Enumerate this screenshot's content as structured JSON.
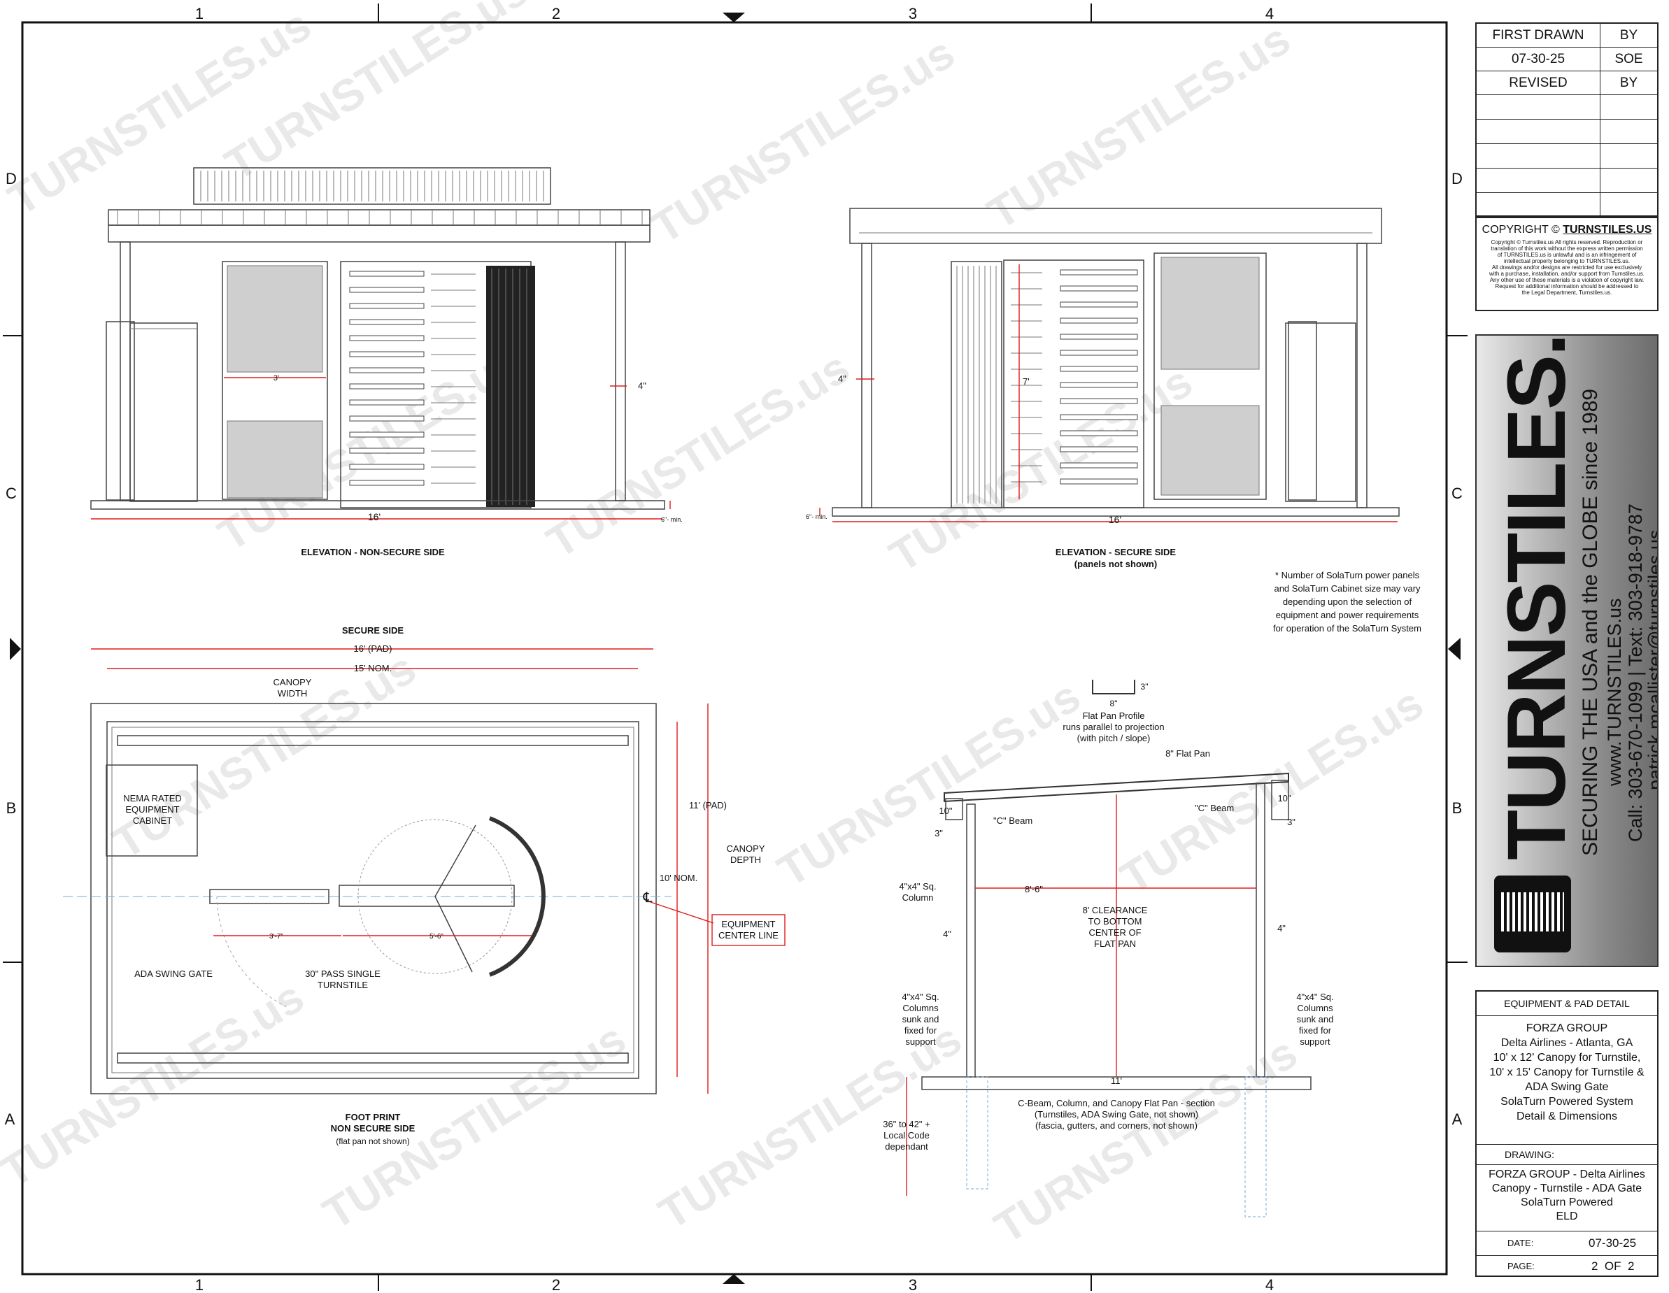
{
  "grid": {
    "columns": [
      "1",
      "2",
      "3",
      "4"
    ],
    "rows": [
      "D",
      "C",
      "B",
      "A"
    ]
  },
  "watermark": "TURNSTILES.us",
  "elevation_non_secure": {
    "title": "ELEVATION - NON-SECURE SIDE",
    "dim_width": "16'",
    "dim_gate": "3'",
    "dim_post": "4\"",
    "dim_pad": "6\"- min."
  },
  "elevation_secure": {
    "title": "ELEVATION - SECURE SIDE",
    "subtitle": "(panels not shown)",
    "dim_width": "16'",
    "dim_height": "7'",
    "dim_post": "4\"",
    "dim_pad": "6\"- min."
  },
  "note": [
    "* Number of SolaTurn power panels",
    "and SolaTurn Cabinet size may vary",
    "depending upon the selection of",
    "equipment and power requirements",
    "for operation of the SolaTurn System"
  ],
  "footprint": {
    "secure_side": "SECURE SIDE",
    "pad_width": "16' (PAD)",
    "nom_width": "15' NOM.",
    "canopy_width": [
      "CANOPY",
      "WIDTH"
    ],
    "pad_depth": "11' (PAD)",
    "canopy_depth": [
      "CANOPY",
      "DEPTH"
    ],
    "nom_depth": "10' NOM.",
    "centerline_symbol": "℄",
    "equipment_center_line": [
      "EQUIPMENT",
      "CENTER LINE"
    ],
    "cabinet": [
      "NEMA RATED",
      "EQUIPMENT",
      "CABINET"
    ],
    "dim_gate": "3'-7\"",
    "dim_turnstile": "5'-6\"",
    "ada_swing_gate": "ADA SWING GATE",
    "turnstile": [
      "30\" PASS SINGLE",
      "TURNSTILE"
    ],
    "title": "FOOT PRINT",
    "subtitle": "NON SECURE SIDE",
    "note": "(flat pan not shown)"
  },
  "section": {
    "pan_dim_top": "3\"",
    "pan_dim_width": "8\"",
    "pan_profile": [
      "Flat Pan Profile",
      "runs parallel to projection",
      "(with pitch / slope)"
    ],
    "flat_pan": "8\" Flat Pan",
    "c_beam": "\"C\" Beam",
    "dim_10": "10\"",
    "dim_3": "3\"",
    "column_label": [
      "4\"x4\" Sq.",
      "Column"
    ],
    "span": "8'-6\"",
    "clearance": [
      "8' CLEARANCE",
      "TO BOTTOM",
      "CENTER OF",
      "FLAT PAN"
    ],
    "dim_4": "4\"",
    "sunk_label": [
      "4\"x4\" Sq.",
      "Columns",
      "sunk and",
      "fixed for",
      "support"
    ],
    "dim_11": "11'",
    "depth": [
      "36\" to 42\" +",
      "Local Code",
      "dependant"
    ],
    "title": [
      "C-Beam, Column, and Canopy Flat Pan - section",
      "(Turnstiles, ADA Swing Gate, not shown)",
      "(fascia, gutters, and corners, not shown)"
    ]
  },
  "title_block": {
    "first_drawn": "FIRST DRAWN",
    "by": "BY",
    "date_drawn": "07-30-25",
    "drawn_by": "SOE",
    "revised": "REVISED",
    "revised_by": "BY",
    "copyright_heading": "COPYRIGHT",
    "copyright_brand": "TURNSTILES.US",
    "copyright_text": [
      "Copyright © Turnstiles.us All rights reserved. Reproduction or",
      "translation of this work without the express written permission",
      "of TURNSTILES.us is unlawful and is an infringement of",
      "intellectual property belonging to TURNSTILES.us.",
      "All drawings and/or designs are restricted for use exclusively",
      "with a purchase, installation, and/or support from Turnstiles.us.",
      "Any other use of these materials is a violation of copyright law.",
      "Request for additional information should be addressed to",
      "the Legal Department, Turnstiles.us."
    ],
    "brand": "TURNSTILES.us",
    "tagline": "SECURING THE USA and the GLOBE since 1989",
    "website": "www.TURNSTILES.us",
    "phones": "Call: 303-670-1099  |  Text: 303-918-9787",
    "email": "patrick.mcallister@turnstiles.us",
    "detail_heading": "EQUIPMENT & PAD DETAIL",
    "detail_lines": [
      "FORZA GROUP",
      "Delta Airlines - Atlanta, GA",
      "10' x 12' Canopy for Turnstile,",
      "10' x 15' Canopy for Turnstile &",
      "ADA Swing Gate",
      "SolaTurn Powered System",
      "Detail & Dimensions"
    ],
    "drawing_label": "DRAWING:",
    "drawing_lines": [
      "FORZA GROUP - Delta Airlines",
      "Canopy - Turnstile - ADA Gate",
      "SolaTurn Powered",
      "ELD"
    ],
    "date_label": "DATE:",
    "date_value": "07-30-25",
    "page_label": "PAGE:",
    "page_value": "2  OF  2"
  }
}
